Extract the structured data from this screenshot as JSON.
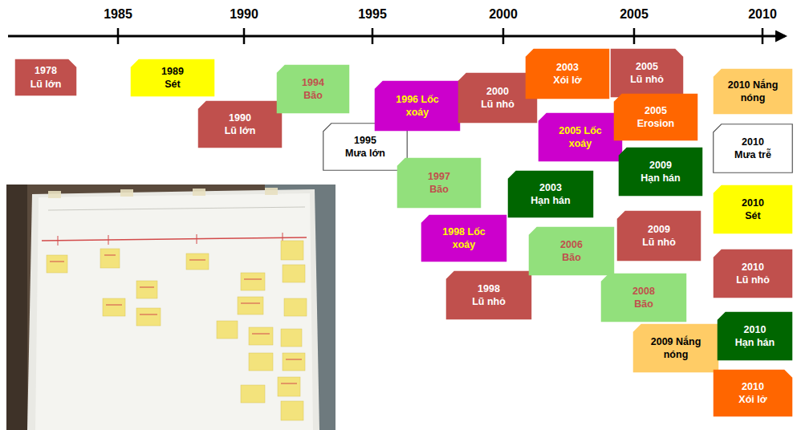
{
  "diagram": {
    "nodes": [
      {
        "text": [
          "1978 Lũ lớn"
        ]
      },
      {
        "text": [
          "1989 Sét"
        ]
      },
      {
        "text": [
          "1990 Lũ lớn"
        ]
      },
      {
        "text": [
          "1994 Bão"
        ]
      },
      {
        "text": [
          "1995 Mưa lớn"
        ]
      },
      {
        "text": [
          "1996 Lốc xoáy"
        ]
      },
      {
        "text": [
          "1997 Bão"
        ]
      },
      {
        "text": [
          "1998 Lốc xoáy"
        ]
      },
      {
        "text": [
          "1998 Lũ nhỏ"
        ]
      },
      {
        "text": [
          "2000 Lũ nhỏ"
        ]
      },
      {
        "text": [
          "2003 Xói lở"
        ]
      },
      {
        "text": [
          "2003 Hạn hán"
        ]
      },
      {
        "text": [
          "2005 Lốc xoáy"
        ]
      },
      {
        "text": [
          "2006 Bão"
        ]
      },
      {
        "text": [
          "2005 Lũ nhỏ"
        ]
      },
      {
        "text": [
          "2005 Erosion"
        ]
      },
      {
        "text": [
          "2009 Hạn hán"
        ]
      },
      {
        "text": [
          "2009 Lũ nhỏ"
        ]
      },
      {
        "text": [
          "2008 Bão"
        ]
      },
      {
        "text": [
          "2009 Nắng nóng"
        ]
      },
      {
        "text": [
          "2010 Nắng nóng"
        ]
      },
      {
        "text": [
          "2010 Mưa trễ"
        ]
      },
      {
        "text": [
          "2010 Sét"
        ]
      },
      {
        "text": [
          "2010 Lũ nhỏ"
        ]
      },
      {
        "text": [
          "2010 Hạn hán"
        ]
      },
      {
        "text": [
          "2010 Xói lở"
        ]
      }
    ],
    "labels": [
      "1985",
      "1990",
      "1995",
      "2000",
      "2005",
      "2010"
    ]
  }
}
